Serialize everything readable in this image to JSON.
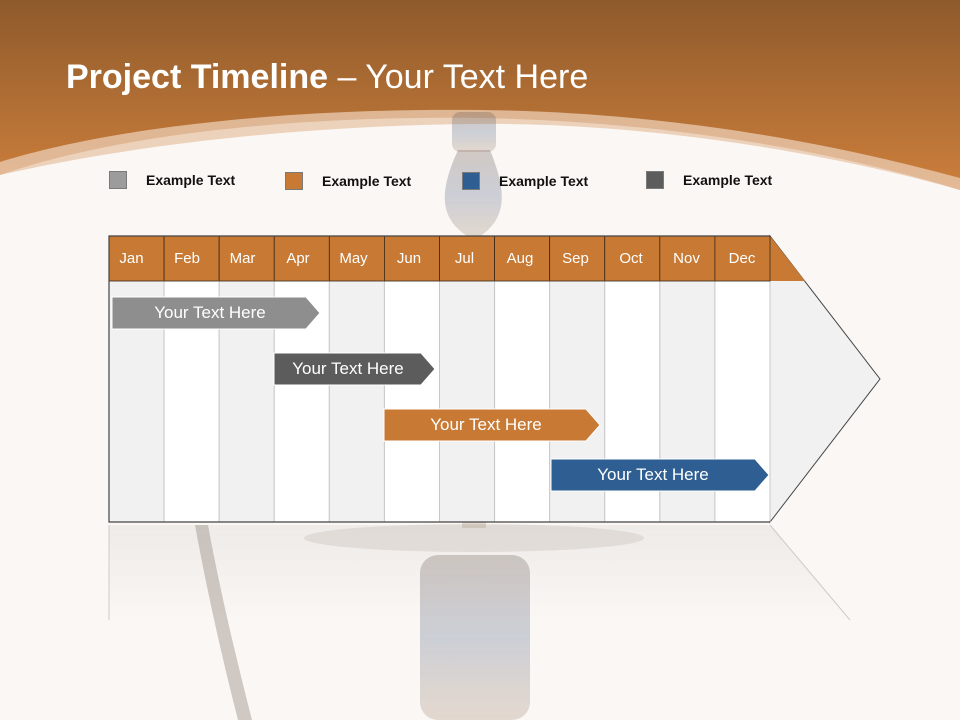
{
  "title": {
    "bold": "Project Timeline",
    "rest": " – Your Text Here"
  },
  "colors": {
    "header_top": "#8e5a2b",
    "header_bottom": "#cd7f3c",
    "gray_light": "#8e8e8e",
    "gray_dark": "#5c5c5c",
    "orange": "#c87a35",
    "blue": "#2e5e92"
  },
  "legend": [
    {
      "label": "Example Text",
      "color": "#9c9c9c"
    },
    {
      "label": "Example Text",
      "color": "#c87a35"
    },
    {
      "label": "Example Text",
      "color": "#2e5e92"
    },
    {
      "label": "Example Text",
      "color": "#5c5c5c"
    }
  ],
  "months": [
    "Jan",
    "Feb",
    "Mar",
    "Apr",
    "May",
    "Jun",
    "Jul",
    "Aug",
    "Sep",
    "Oct",
    "Nov",
    "Dec"
  ],
  "bars": [
    {
      "label": "Your  Text Here",
      "color": "#8e8e8e"
    },
    {
      "label": "Your  Text Here",
      "color": "#5c5c5c"
    },
    {
      "label": "Your  Text Here",
      "color": "#c87a35"
    },
    {
      "label": "Your  Text Here",
      "color": "#2e5e92"
    }
  ]
}
